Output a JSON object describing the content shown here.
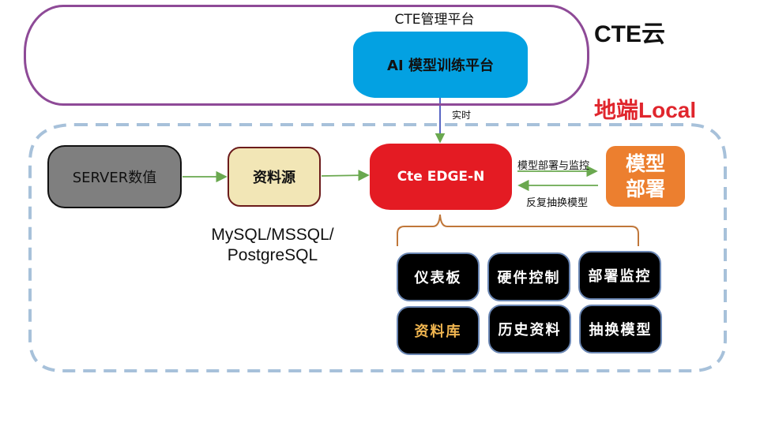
{
  "cloud": {
    "region_label": "CTE云",
    "platform_title": "CTE管理平台",
    "ai_platform": "AI 模型训练平台"
  },
  "local": {
    "region_label": "地端Local",
    "link_label": "实时",
    "server": "SERVER数值",
    "data_source": "资料源",
    "db_note_line1": "MySQL/MSSQL/",
    "db_note_line2": "PostgreSQL",
    "edge": "Cte EDGE-N",
    "deploy_arrow_label": "模型部署与监控",
    "swap_arrow_label": "反复抽换模型",
    "model_deploy_line1": "模型",
    "model_deploy_line2": "部署",
    "features": [
      {
        "label": "仪表板"
      },
      {
        "label": "硬件控制"
      },
      {
        "label": "部署监控"
      },
      {
        "label": "资料库"
      },
      {
        "label": "历史资料"
      },
      {
        "label": "抽换模型"
      }
    ]
  },
  "colors": {
    "cloud_border": "#8e4a97",
    "local_border": "#a7c1da",
    "ai_box": "#03a1e2",
    "edge_box": "#e41b23",
    "model_box": "#ec7f2f",
    "source_box": "#f2e6b6",
    "server_box": "#7f7f7f",
    "arrow_green": "#6aa84f",
    "arrow_blue": "#2f3fb5",
    "brace": "#c0773a",
    "local_label": "#e0262d"
  }
}
